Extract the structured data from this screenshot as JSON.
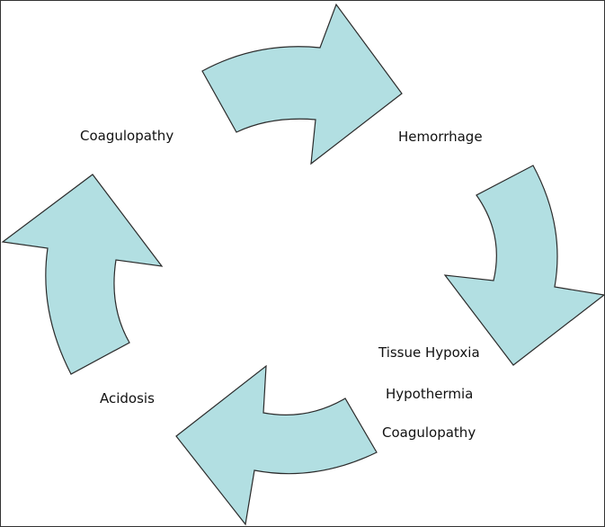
{
  "diagram": {
    "type": "cycle",
    "arrow_fill": "#b2dfe2",
    "arrow_stroke": "#2b2b2b",
    "nodes": {
      "top_left": "Coagulopathy",
      "top_right": "Hemorrhage",
      "bottom_right": [
        "Tissue Hypoxia",
        "Hypothermia",
        "Coagulopathy"
      ],
      "bottom_left": "Acidosis"
    }
  }
}
